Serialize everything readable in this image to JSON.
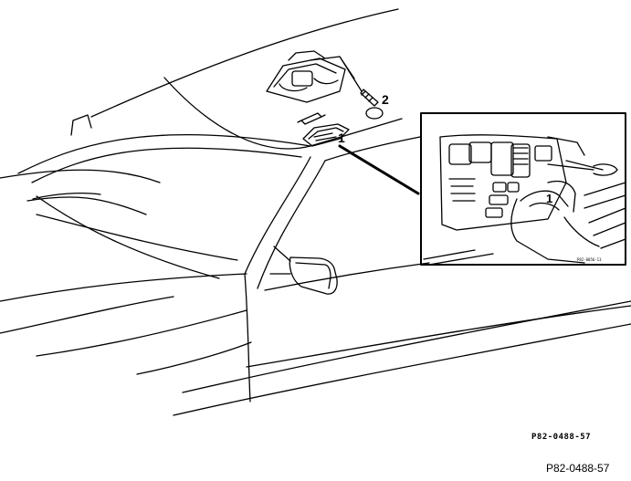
{
  "callouts": {
    "part1": "1",
    "part2": "2",
    "inset_part1": "1"
  },
  "inset_code": "P82-0056-13",
  "figure_code": "P82-0488-57",
  "caption": "P82-0488-57",
  "colors": {
    "line": "#000000",
    "background": "#ffffff"
  }
}
